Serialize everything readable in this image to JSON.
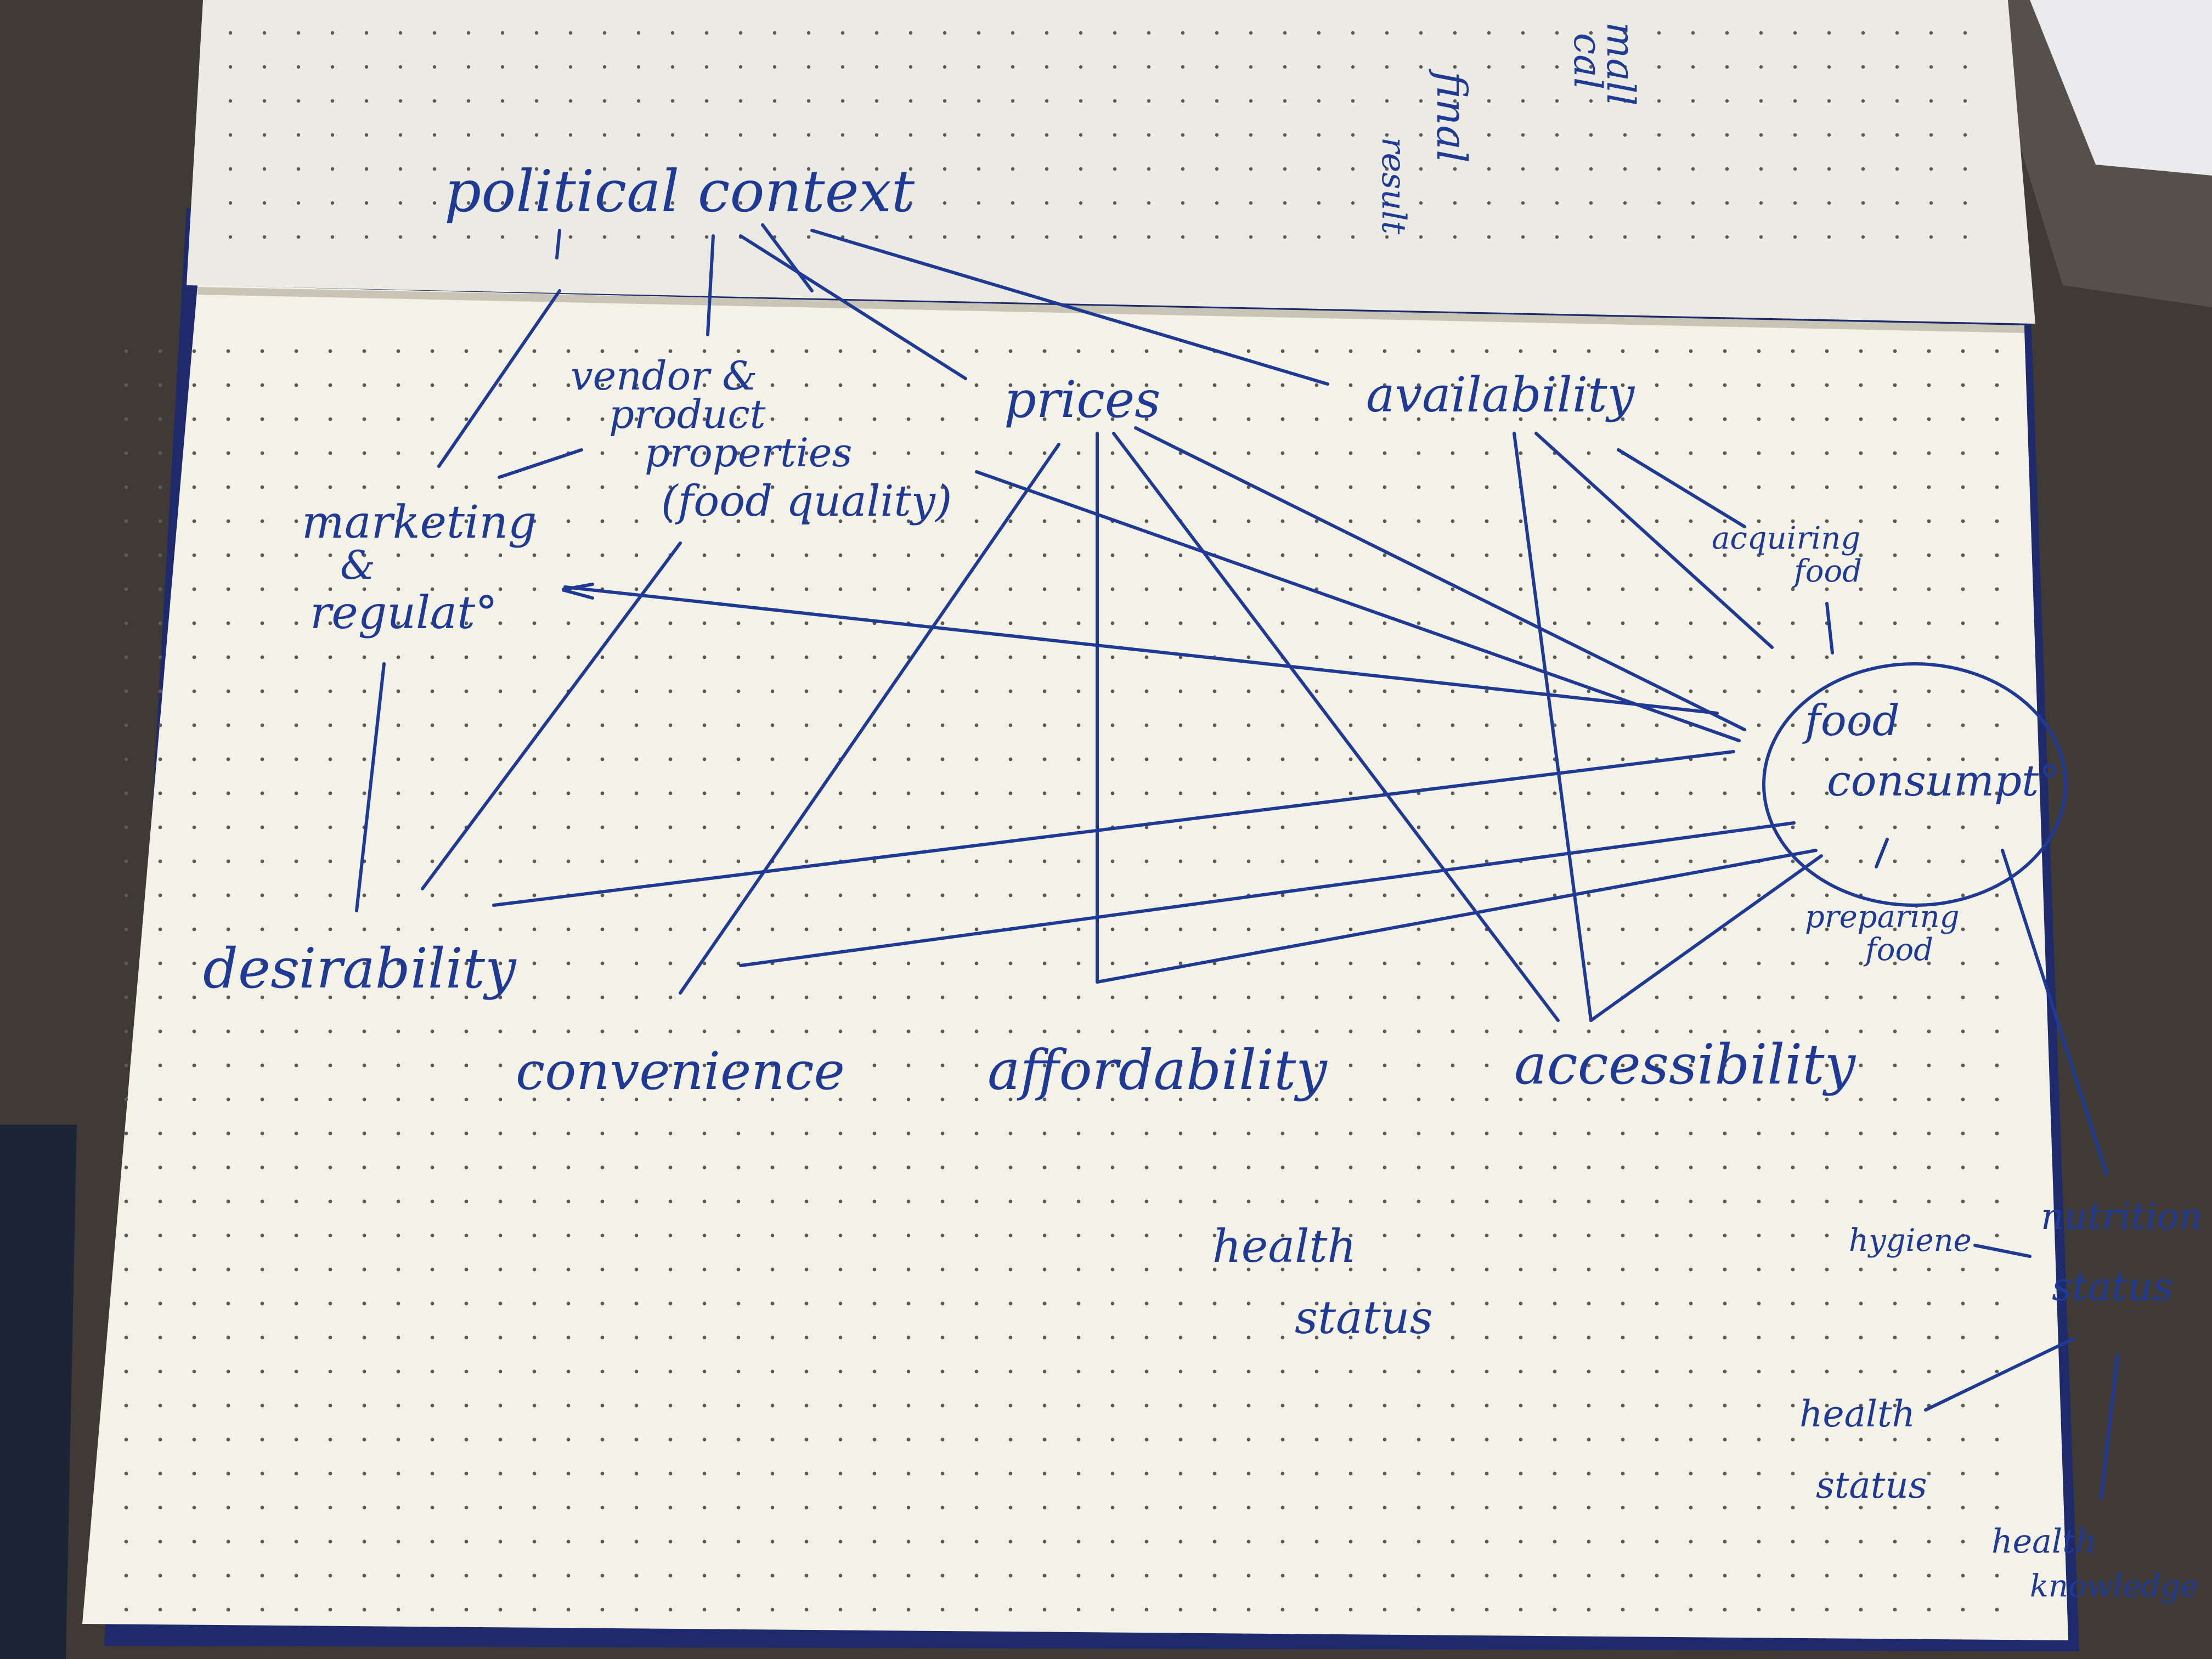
{
  "top_page": {
    "title": "political context",
    "fragments": [
      "mall",
      "cal",
      "final",
      "result"
    ]
  },
  "nodes": {
    "vendor": [
      "vendor &",
      "product",
      "properties",
      "(food quality)"
    ],
    "prices": "prices",
    "availability": "availability",
    "marketing": [
      "marketing",
      "&",
      "regulat°"
    ],
    "acquiring": [
      "acquiring",
      "food"
    ],
    "food_consumption": [
      "food",
      "consumpt°"
    ],
    "preparing": [
      "preparing",
      "food"
    ],
    "desirability": "desirability",
    "convenience": "convenience",
    "affordability": "affordability",
    "accessibility": "accessibility",
    "health_status_center": [
      "health",
      "status"
    ],
    "hygiene": "hygiene",
    "nutrition_status": [
      "nutrition",
      "status"
    ],
    "health_status_right": [
      "health",
      "status"
    ],
    "health_knowledge": [
      "health",
      "knowledge"
    ]
  },
  "colors": {
    "ink": "#1f3a94",
    "paper": "#f4f1e6",
    "background": "#3f3a36",
    "cover": "#1e2a6b"
  }
}
